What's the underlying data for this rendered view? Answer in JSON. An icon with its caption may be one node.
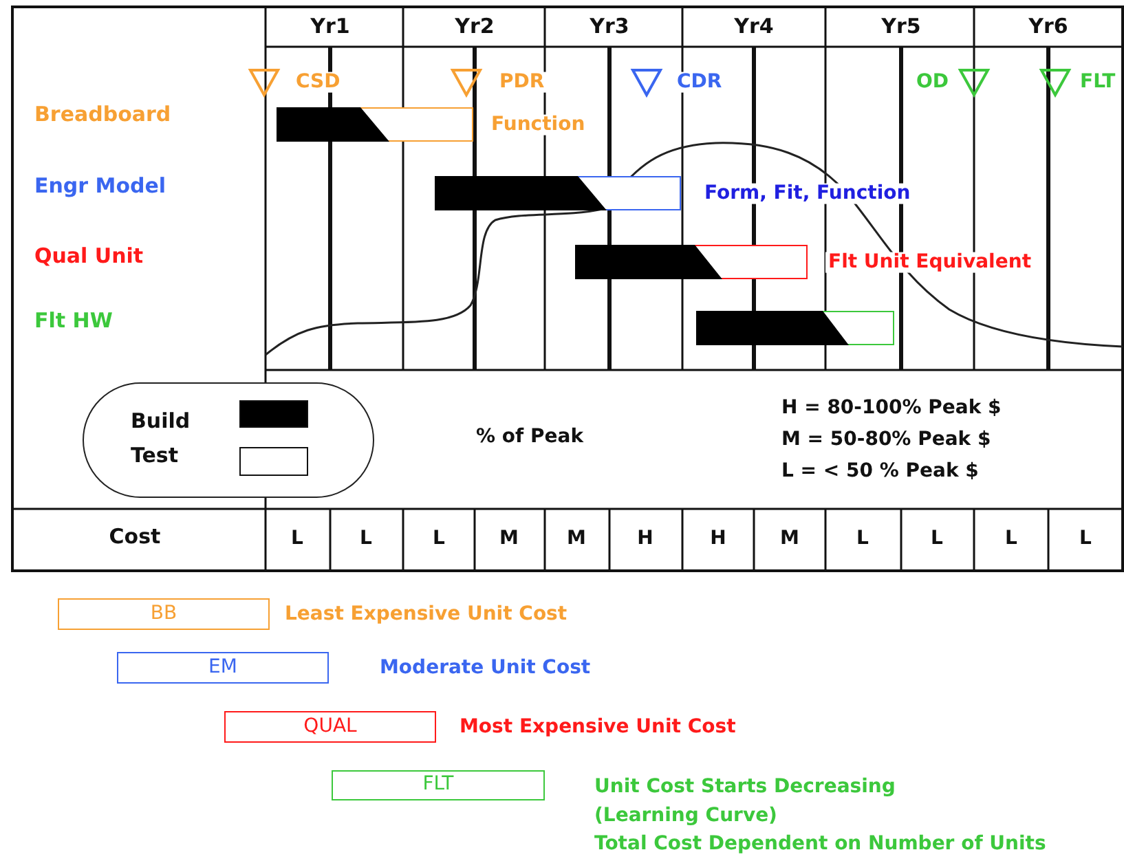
{
  "diagram": {
    "nodes": [
      {
        "text": [],
        "shape": "bar",
        "beside": [
          "Function"
        ]
      },
      {
        "text": [],
        "shape": "bar",
        "beside": [
          "Form, Fit, Function"
        ]
      },
      {
        "text": [],
        "shape": "bar",
        "beside": [
          "Flt Unit Equivalent"
        ]
      },
      {
        "text": [],
        "shape": "bar"
      },
      {
        "text": [
          "BB"
        ],
        "beside": [
          "Least Expensive Unit Cost"
        ]
      },
      {
        "text": [
          "EM"
        ],
        "beside": [
          "Moderate Unit Cost"
        ]
      },
      {
        "text": [
          "QUAL"
        ],
        "beside": [
          "Most Expensive Unit Cost"
        ]
      },
      {
        "text": [
          "FLT"
        ],
        "beside": [
          "Unit Cost Starts Decreasing (Learning Curve)",
          "Total Cost Dependent on Number of Units"
        ]
      }
    ],
    "edges": [],
    "labels": [
      "Yr1",
      "Yr2",
      "Yr3",
      "Yr4",
      "Yr5",
      "Yr6",
      "CSD",
      "PDR",
      "CDR",
      "OD",
      "FLT",
      "Breadboard",
      "Engr Model",
      "Qual Unit",
      "Flt HW",
      "% of Peak",
      "H = 80-100% Peak $",
      "M = 50-80% Peak $",
      "L = < 50 % Peak $",
      "Cost",
      "L",
      "L",
      "L",
      "M",
      "M",
      "H",
      "H",
      "M",
      "L",
      "L",
      "L",
      "L"
    ],
    "legend": [
      {
        "text": "Build",
        "color": "#000000"
      },
      {
        "text": "Test",
        "color": "#ffffff"
      }
    ]
  }
}
